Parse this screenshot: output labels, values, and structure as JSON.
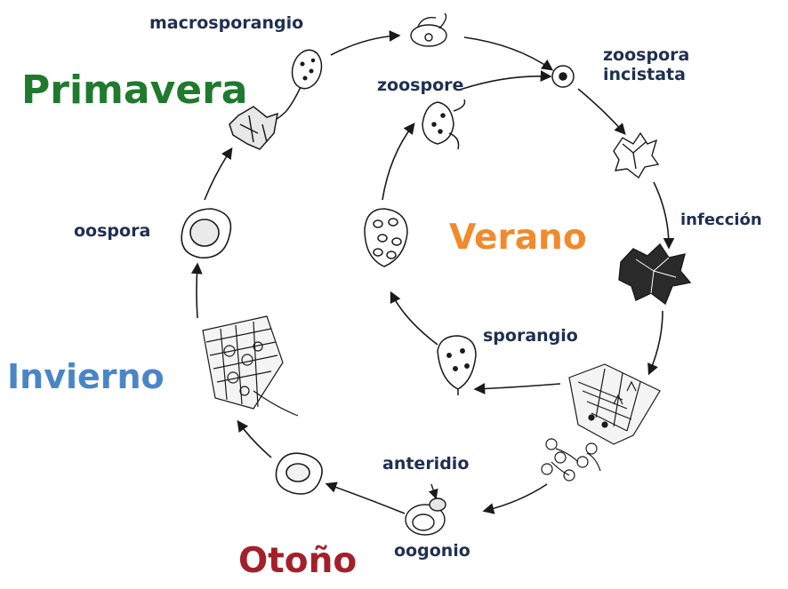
{
  "seasons": {
    "spring": {
      "label": "Primavera",
      "color": "#1f7a2e"
    },
    "summer": {
      "label": "Verano",
      "color": "#f08a2c"
    },
    "autumn": {
      "label": "Otoño",
      "color": "#a3202a"
    },
    "winter": {
      "label": "Invierno",
      "color": "#4a86c6"
    }
  },
  "labels": {
    "macrosporangio": "macrosporangio",
    "zoospore": "zoospore",
    "zoospora_incistata": "zoospora\nincistata",
    "infeccion": "infección",
    "sporangio": "sporangio",
    "anteridio": "anteridio",
    "oogonio": "oogonio",
    "oospora": "oospora"
  },
  "colors": {
    "label_text": "#1e3050",
    "ink": "#1a1a1a"
  }
}
